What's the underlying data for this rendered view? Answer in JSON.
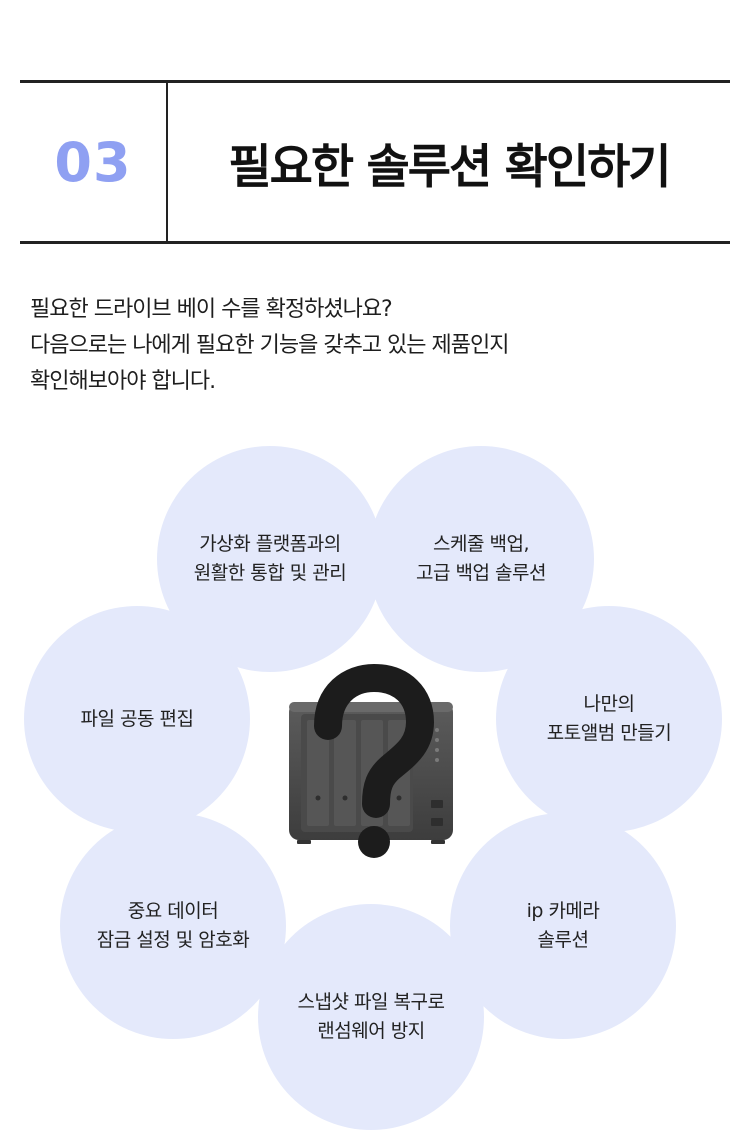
{
  "header": {
    "number": "03",
    "title": "필요한 솔루션 확인하기"
  },
  "intro": {
    "lines": [
      "필요한 드라이브 베이 수를 확정하셨나요?",
      "다음으로는 나에게 필요한 기능을 갖추고 있는 제품인지",
      "확인해보아야 합니다."
    ]
  },
  "features": [
    {
      "lines": [
        "가상화 플랫폼과의",
        "원활한 통합 및 관리"
      ]
    },
    {
      "lines": [
        "스케줄 백업,",
        "고급 백업 솔루션"
      ]
    },
    {
      "lines": [
        "나만의",
        "포토앨범 만들기"
      ]
    },
    {
      "lines": [
        "ip 카메라",
        "솔루션"
      ]
    },
    {
      "lines": [
        "스냅샷 파일 복구로",
        "랜섬웨어 방지"
      ]
    },
    {
      "lines": [
        "중요 데이터",
        "잠금 설정 및 암호화"
      ]
    },
    {
      "lines": [
        "파일 공동 편집"
      ]
    }
  ],
  "center": {
    "icon": "nas-device-icon",
    "overlay_icon": "question-mark-icon"
  },
  "colors": {
    "accent_number": "#8fa0f2",
    "petal_fill": "#e4e9fb",
    "rule": "#222222",
    "text": "#1e1e1e"
  }
}
